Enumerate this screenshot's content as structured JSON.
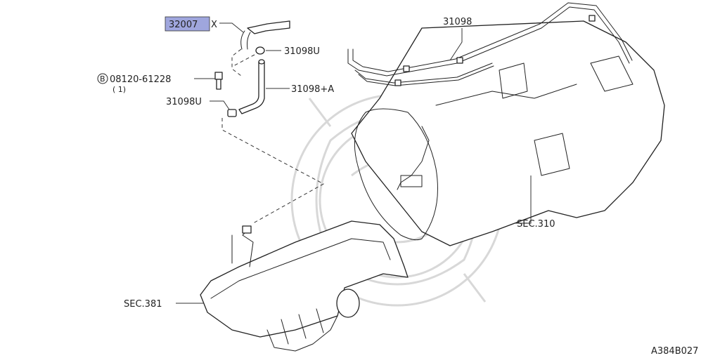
{
  "callouts": {
    "highlighted_part": "32007",
    "highlighted_suffix": "X",
    "clip_upper": "31098U",
    "bolt_circle": "B",
    "bolt_number": "08120-61228",
    "bolt_qty": "( 1)",
    "hose": "31098+A",
    "clip_lower": "31098U",
    "tube": "31098",
    "transmission": "SEC.310",
    "oil_pan": "SEC.381"
  },
  "drawing_code": "A384B027",
  "colors": {
    "highlight": "#9fa6dd",
    "line": "#222222",
    "watermark": "#d8d8d8"
  }
}
